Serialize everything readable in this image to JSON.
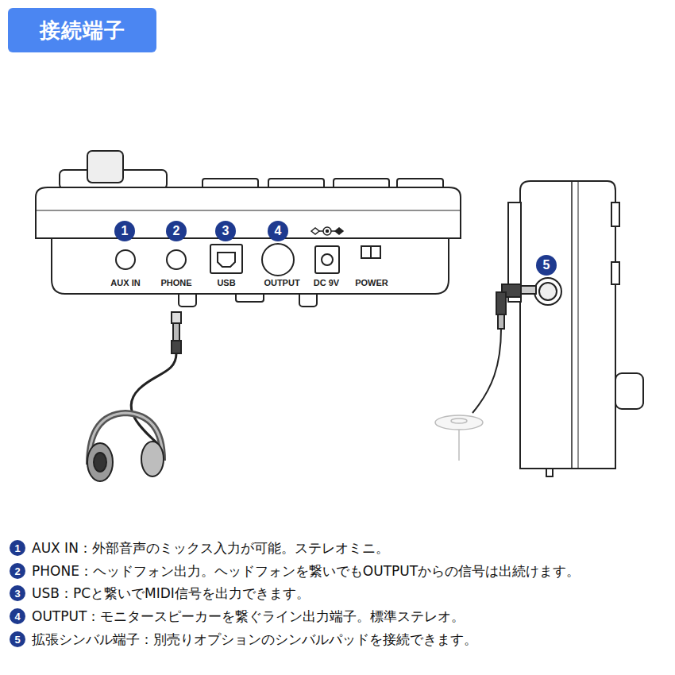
{
  "diagram": {
    "title": "接続端子",
    "labels": [
      "1",
      "2",
      "3",
      "4",
      "5",
      "AUX IN",
      "PHONE",
      "USB",
      "OUTPUT",
      "DC 9V",
      "POWER",
      "1",
      "AUX IN：外部音声のミックス入力が可能。ステレオミニ。",
      "2",
      "PHONE：ヘッドフォン出力。ヘッドフォンを繋いでもOUTPUTからの信号は出続けます。",
      "3",
      "USB：PCと繋いでMIDI信号を出力できます。",
      "4",
      "OUTPUT：モニタースピーカーを繋ぐライン出力端子。標準ステレオ。",
      "5",
      "拡張シンバル端子：別売りオプションのシンバルパッドを接続できます。"
    ]
  }
}
